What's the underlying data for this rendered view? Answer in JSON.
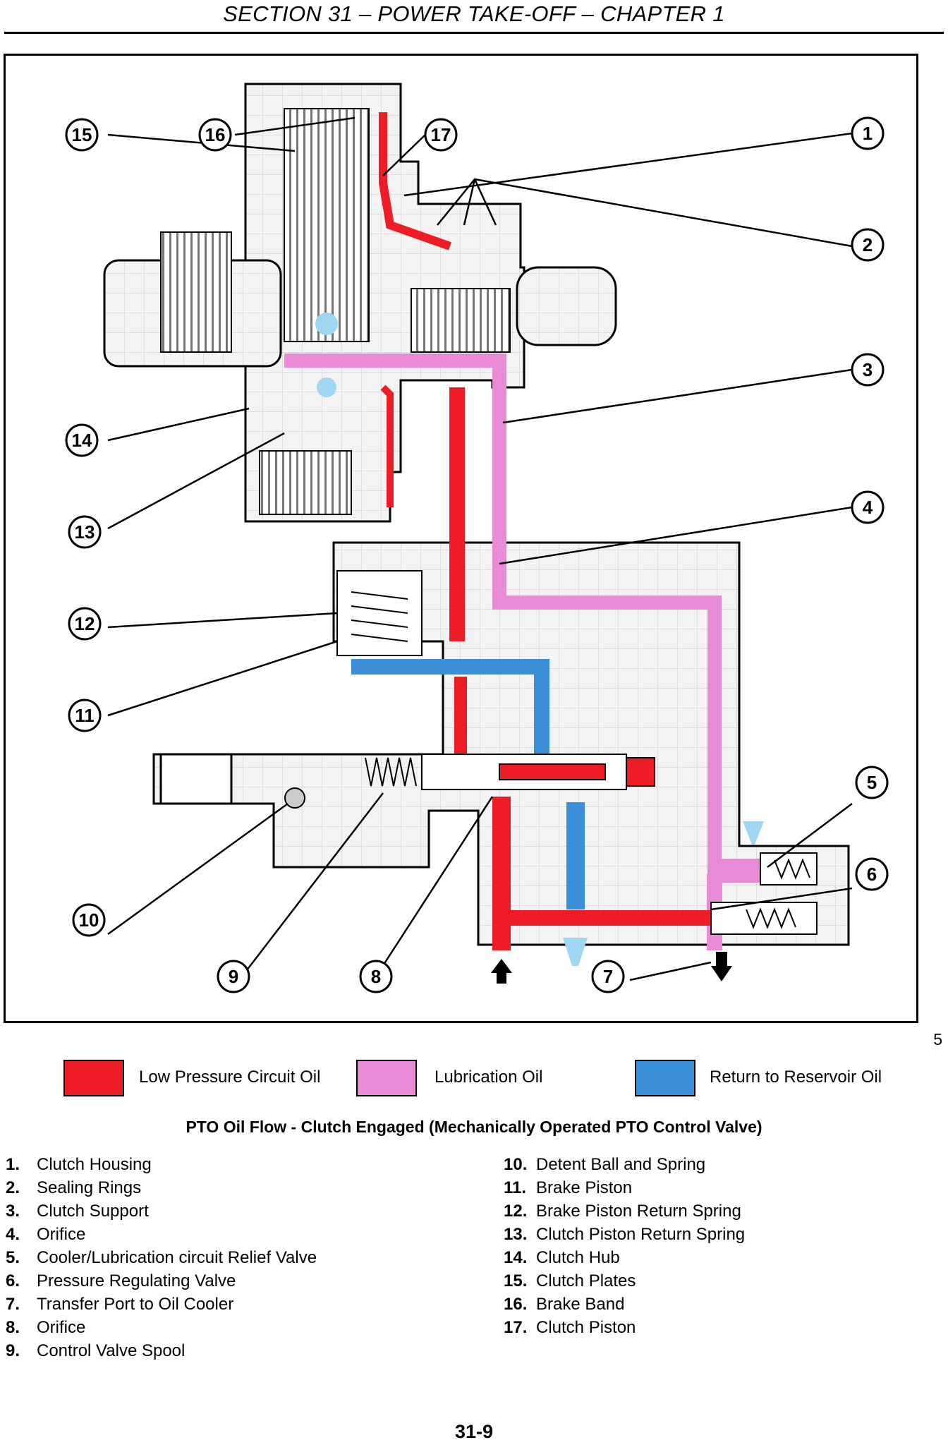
{
  "header": {
    "title": "SECTION 31 – POWER TAKE-OFF – CHAPTER 1"
  },
  "figure": {
    "number": "5",
    "callouts": [
      "1",
      "2",
      "3",
      "4",
      "5",
      "6",
      "7",
      "8",
      "9",
      "10",
      "11",
      "12",
      "13",
      "14",
      "15",
      "16",
      "17"
    ]
  },
  "legend": [
    {
      "label": "Low Pressure Circuit Oil",
      "color": "#ee1c25"
    },
    {
      "label": "Lubrication Oil",
      "color": "#e98ad6"
    },
    {
      "label": "Return to Reservoir Oil",
      "color": "#3a8fd8"
    }
  ],
  "caption": "PTO Oil Flow - Clutch Engaged (Mechanically Operated PTO Control Valve)",
  "parts_left": [
    {
      "num": "1.",
      "name": "Clutch Housing"
    },
    {
      "num": "2.",
      "name": "Sealing Rings"
    },
    {
      "num": "3.",
      "name": "Clutch Support"
    },
    {
      "num": "4.",
      "name": "Orifice"
    },
    {
      "num": "5.",
      "name": "Cooler/Lubrication circuit Relief Valve"
    },
    {
      "num": "6.",
      "name": "Pressure Regulating Valve"
    },
    {
      "num": "7.",
      "name": "Transfer Port to Oil Cooler"
    },
    {
      "num": "8.",
      "name": "Orifice"
    },
    {
      "num": "9.",
      "name": "Control Valve Spool"
    }
  ],
  "parts_right": [
    {
      "num": "10.",
      "name": "Detent Ball and Spring"
    },
    {
      "num": "11.",
      "name": "Brake Piston"
    },
    {
      "num": "12.",
      "name": "Brake Piston Return Spring"
    },
    {
      "num": "13.",
      "name": "Clutch Piston Return Spring"
    },
    {
      "num": "14.",
      "name": "Clutch Hub"
    },
    {
      "num": "15.",
      "name": "Clutch Plates"
    },
    {
      "num": "16.",
      "name": "Brake Band"
    },
    {
      "num": "17.",
      "name": "Clutch Piston"
    }
  ],
  "page_number": "31-9"
}
